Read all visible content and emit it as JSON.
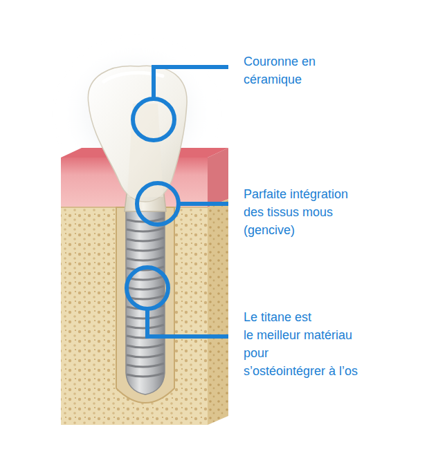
{
  "diagram": {
    "labels": [
      "Couronne en céramique",
      "Parfaite intégration des tissus mous (gencive)",
      "Le titane est le meilleur matériau pour s’ostéointégrer à l’os"
    ]
  }
}
